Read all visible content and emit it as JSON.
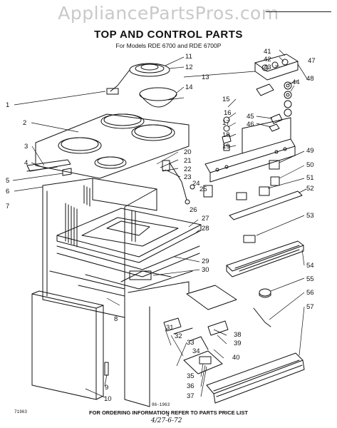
{
  "watermark": "AppliancePartsPros.com",
  "title": "TOP AND CONTROL PARTS",
  "subtitle": "For Models RDE 6700 and RDE 6700P",
  "figure_code": "86-1963",
  "left_code": "71963",
  "footer": "FOR ORDERING INFORMATION REFER TO PARTS PRICE LIST",
  "page_marker": "4",
  "handwritten_note": "4/27-6-72",
  "callouts": [
    "1",
    "2",
    "3",
    "4",
    "5",
    "6",
    "7",
    "8",
    "9",
    "10",
    "11",
    "12",
    "13",
    "14",
    "15",
    "16",
    "17",
    "18",
    "19",
    "20",
    "21",
    "22",
    "23",
    "24",
    "25",
    "26",
    "27",
    "28",
    "29",
    "30",
    "31",
    "32",
    "33",
    "34",
    "35",
    "36",
    "37",
    "38",
    "39",
    "40",
    "41",
    "42",
    "43",
    "44",
    "45",
    "46",
    "47",
    "48",
    "49",
    "50",
    "51",
    "52",
    "53",
    "54",
    "55",
    "56",
    "57"
  ]
}
